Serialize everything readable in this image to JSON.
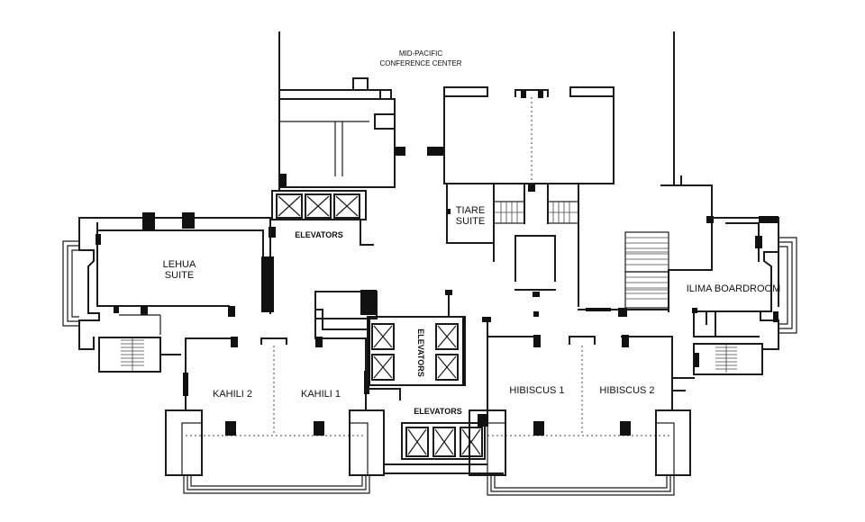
{
  "labels": {
    "mid_pacific_line1": "MID-PACIFIC",
    "mid_pacific_line2": "CONFERENCE CENTER",
    "tiare_line1": "TIARE",
    "tiare_line2": "SUITE",
    "lehua_line1": "LEHUA",
    "lehua_line2": "SUITE",
    "elevators_top": "ELEVATORS",
    "elevators_center": "ELEVATORS",
    "elevators_bottom": "ELEVATORS",
    "kahili_2": "KAHILI 2",
    "kahili_1": "KAHILI 1",
    "hibiscus_1": "HIBISCUS 1",
    "hibiscus_2": "HIBISCUS 2",
    "ilima": "ILIMA BOARDROOM"
  }
}
